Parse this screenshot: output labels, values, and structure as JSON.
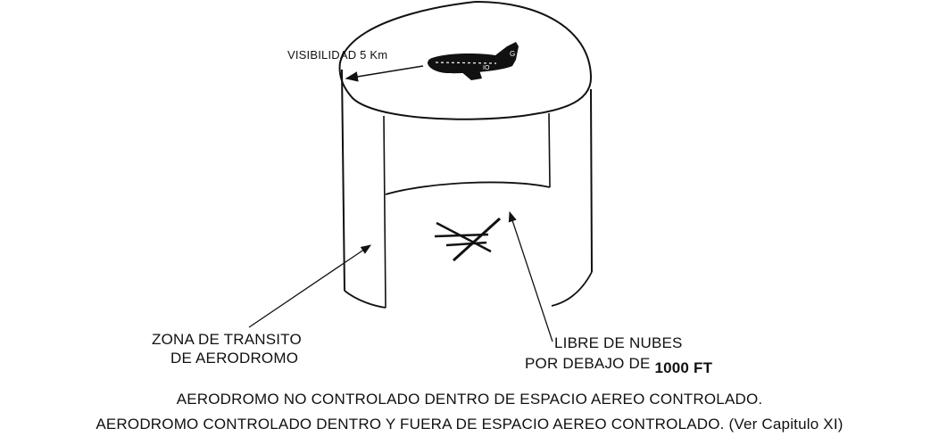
{
  "figure": {
    "visibility_label": "VISIBILIDAD  5 Km",
    "zona_line1": "ZONA DE TRANSITO",
    "zona_line2": "DE AERODROMO",
    "libre_line1": "LIBRE DE NUBES",
    "libre_line2": "POR DEBAJO DE ",
    "libre_value": "1000 FT"
  },
  "captions": {
    "line1": "AERODROMO NO CONTROLADO DENTRO DE ESPACIO AEREO CONTROLADO.",
    "line2": "AERODROMO CONTROLADO DENTRO Y FUERA DE ESPACIO AEREO CONTROLADO. (Ver Capitulo XI)"
  }
}
